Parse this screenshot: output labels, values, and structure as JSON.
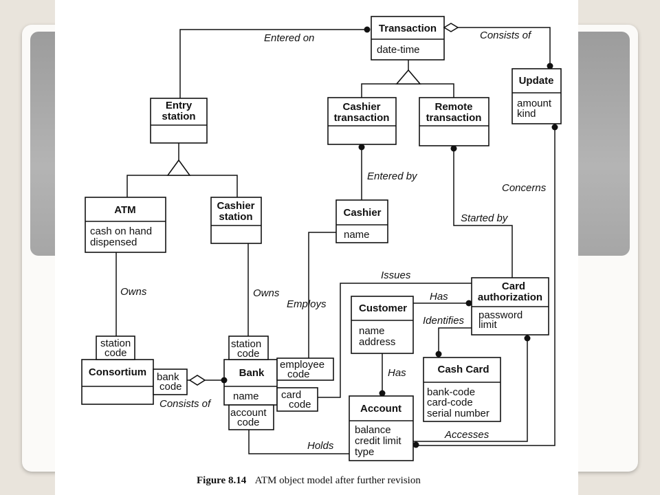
{
  "diagram": {
    "classes": {
      "transaction": {
        "title": [
          "Transaction"
        ],
        "attrs": [
          "date-time"
        ]
      },
      "update": {
        "title": [
          "Update"
        ],
        "attrs": [
          "amount",
          "kind"
        ]
      },
      "entry_station": {
        "title": [
          "Entry",
          "station"
        ],
        "attrs": []
      },
      "cashier_transaction": {
        "title": [
          "Cashier",
          "transaction"
        ],
        "attrs": []
      },
      "remote_transaction": {
        "title": [
          "Remote",
          "transaction"
        ],
        "attrs": []
      },
      "atm": {
        "title": [
          "ATM"
        ],
        "attrs": [
          "cash on hand",
          "dispensed"
        ]
      },
      "cashier_station": {
        "title": [
          "Cashier",
          "station"
        ],
        "attrs": []
      },
      "cashier": {
        "title": [
          "Cashier"
        ],
        "attrs": [
          "name"
        ]
      },
      "card_authorization": {
        "title": [
          "Card",
          "authorization"
        ],
        "attrs": [
          "password",
          "limit"
        ]
      },
      "customer": {
        "title": [
          "Customer"
        ],
        "attrs": [
          "name",
          "address"
        ]
      },
      "cash_card": {
        "title": [
          "Cash Card"
        ],
        "attrs": [
          "bank-code",
          "card-code",
          "serial number"
        ]
      },
      "consortium": {
        "title": [
          "Consortium"
        ],
        "attrs": []
      },
      "bank": {
        "title": [
          "Bank"
        ],
        "attrs": [
          "name"
        ]
      },
      "account": {
        "title": [
          "Account"
        ],
        "attrs": [
          "balance",
          "credit limit",
          "type"
        ]
      }
    },
    "qualifiers": {
      "station_code_1": [
        "station",
        "code"
      ],
      "station_code_2": [
        "station",
        "code"
      ],
      "bank_code": [
        "bank",
        "code"
      ],
      "employee_code": [
        "employee",
        "code"
      ],
      "card_code": [
        "card",
        "code"
      ],
      "account_code": [
        "account",
        "code"
      ]
    },
    "associations": {
      "entered_on": "Entered on",
      "consists_of_top": "Consists of",
      "entered_by": "Entered by",
      "concerns": "Concerns",
      "started_by": "Started by",
      "owns_atm": "Owns",
      "owns_cashier": "Owns",
      "issues": "Issues",
      "employs": "Employs",
      "has_card": "Has",
      "identifies": "Identifies",
      "has_account": "Has",
      "consists_of_bottom": "Consists of",
      "accesses": "Accesses",
      "holds": "Holds"
    },
    "caption": {
      "figure": "Figure 8.14",
      "text": "ATM object model after further revision"
    }
  }
}
